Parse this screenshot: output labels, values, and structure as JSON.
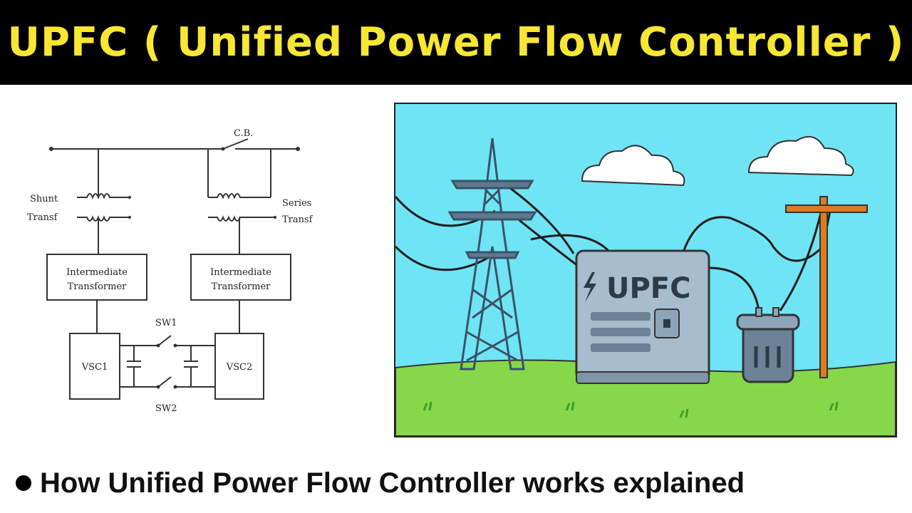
{
  "header": {
    "title": "UPFC ( Unified Power Flow Controller )"
  },
  "circuit": {
    "breaker_label": "C.B.",
    "shunt_label_1": "Shunt",
    "shunt_label_2": "Transf",
    "series_label_1": "Series",
    "series_label_2": "Transf",
    "left_box_line1": "Intermediate",
    "left_box_line2": "Transformer",
    "right_box_line1": "Intermediate",
    "right_box_line2": "Transformer",
    "vsc1": "VSC1",
    "vsc2": "VSC2",
    "sw1": "SW1",
    "sw2": "SW2"
  },
  "illustration": {
    "cabinet_label": "UPFC"
  },
  "caption": {
    "text": "How Unified Power Flow Controller works explained"
  },
  "colors": {
    "title_bg": "#000000",
    "title_text": "#f7e733",
    "sky": "#6fe4f5",
    "grass": "#86d84a",
    "tower": "#5b7a92",
    "cabinet": "#a7bccd",
    "pole": "#e07a1f"
  }
}
